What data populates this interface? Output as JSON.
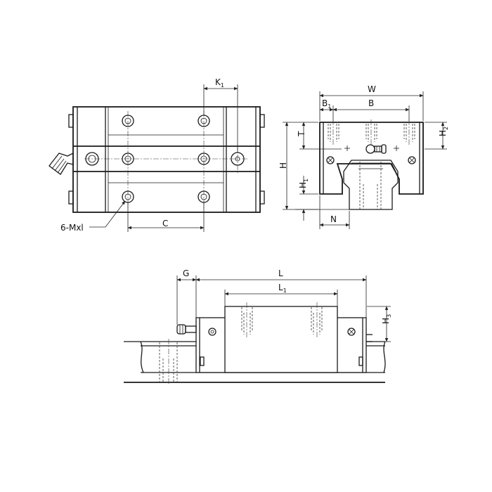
{
  "labels": {
    "k1_main": "K",
    "k1_sub": "1",
    "c": "C",
    "note_mxl": "6-Mxl",
    "w": "W",
    "b1_main": "B",
    "b1_sub": "1",
    "b": "B",
    "t": "T",
    "h": "H",
    "h1_main": "H",
    "h1_sub": "1",
    "h2_main": "H",
    "h2_sub": "2",
    "n": "N",
    "g": "G",
    "l": "L",
    "l1_main": "L",
    "l1_sub": "1",
    "h3_main": "H",
    "h3_sub": "3"
  }
}
